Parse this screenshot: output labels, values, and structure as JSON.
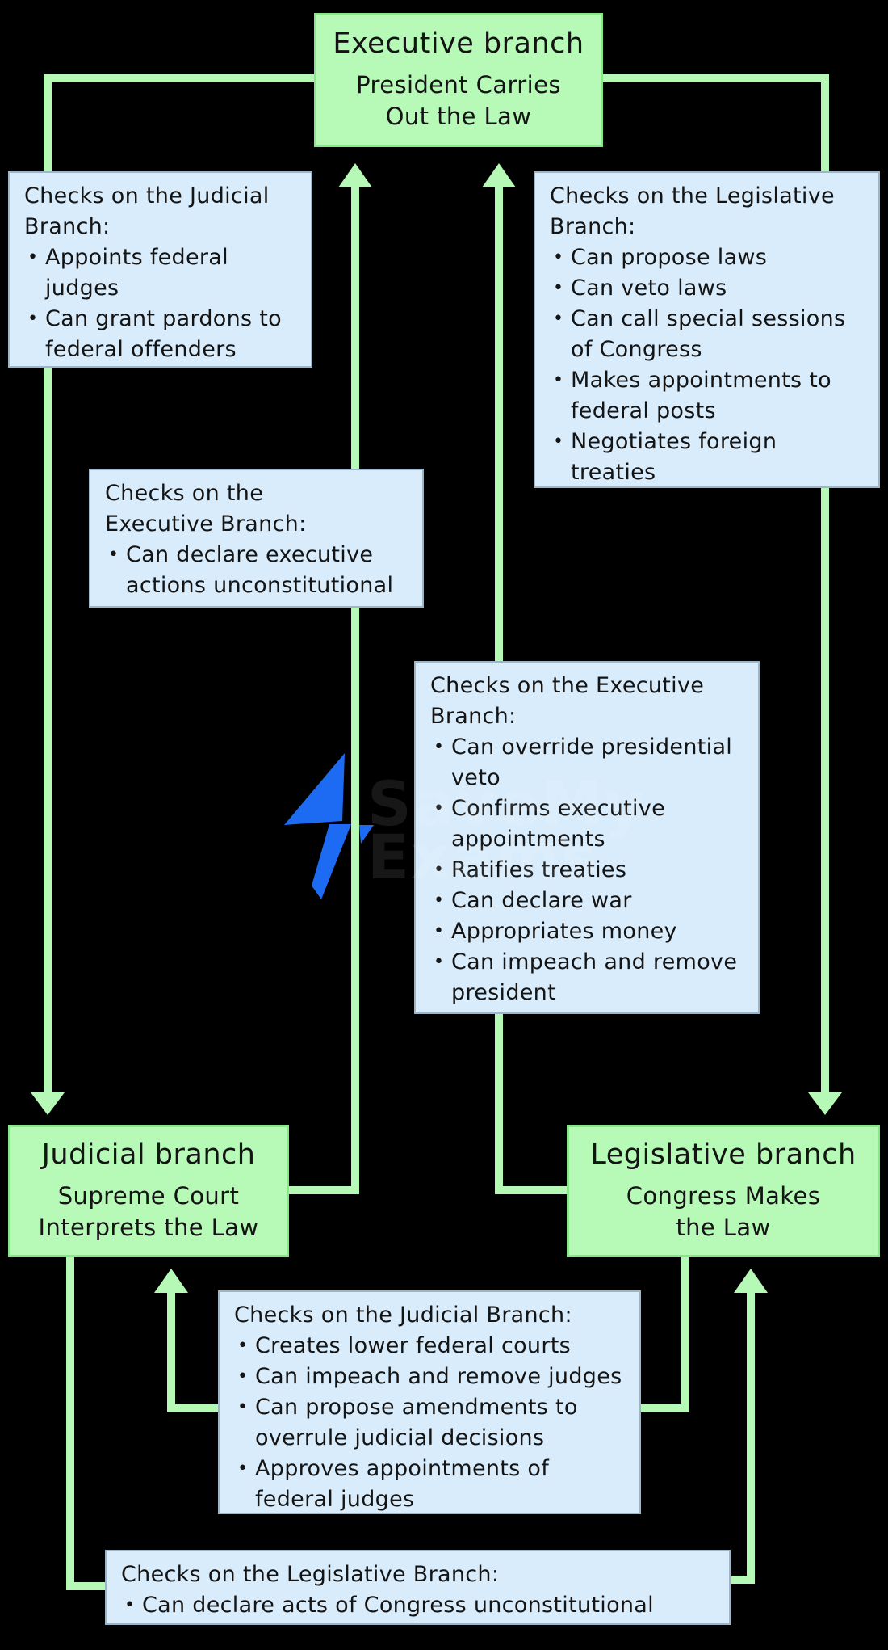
{
  "colors": {
    "background": "#000000",
    "node_fill": "#b7fab7",
    "node_border": "#88e788",
    "connector": "#b6f8b6",
    "check_fill": "#d9ecfb",
    "check_border": "#9db5c4",
    "text": "#141414",
    "bolt_blue": "#1d6bf3"
  },
  "watermark": {
    "line1": "SaveMy",
    "line2": "Exams"
  },
  "nodes": {
    "executive": {
      "title": "Executive branch",
      "subtitle": "President Carries\nOut the Law"
    },
    "judicial": {
      "title": "Judicial branch",
      "subtitle": "Supreme Court\nInterprets the Law"
    },
    "legislative": {
      "title": "Legislative branch",
      "subtitle": "Congress Makes\nthe Law"
    }
  },
  "checks": {
    "exec_on_judicial": {
      "title": "Checks on the Judicial\nBranch:",
      "bullets": [
        "Appoints federal\njudges",
        "Can grant pardons to\nfederal offenders"
      ]
    },
    "exec_on_legislative": {
      "title": "Checks on the Legislative\nBranch:",
      "bullets": [
        "Can propose laws",
        "Can veto laws",
        "Can call special sessions\nof Congress",
        "Makes appointments to\nfederal posts",
        "Negotiates foreign\ntreaties"
      ]
    },
    "judicial_on_executive": {
      "title": "Checks on the\nExecutive Branch:",
      "bullets": [
        "Can declare executive\nactions unconstitutional"
      ]
    },
    "legislative_on_executive": {
      "title": "Checks on the Executive\nBranch:",
      "bullets": [
        "Can override presidential\nveto",
        "Confirms executive\nappointments",
        "Ratifies treaties",
        "Can declare war",
        "Appropriates money",
        "Can impeach and remove\npresident"
      ]
    },
    "legislative_on_judicial": {
      "title": "Checks on the Judicial Branch:",
      "bullets": [
        "Creates lower federal courts",
        "Can impeach and remove judges",
        "Can propose amendments to\noverrule judicial decisions",
        "Approves appointments of\nfederal judges"
      ]
    },
    "judicial_on_legislative": {
      "title": "Checks on the Legislative Branch:",
      "bullets": [
        "Can declare acts of Congress unconstitutional"
      ]
    }
  }
}
